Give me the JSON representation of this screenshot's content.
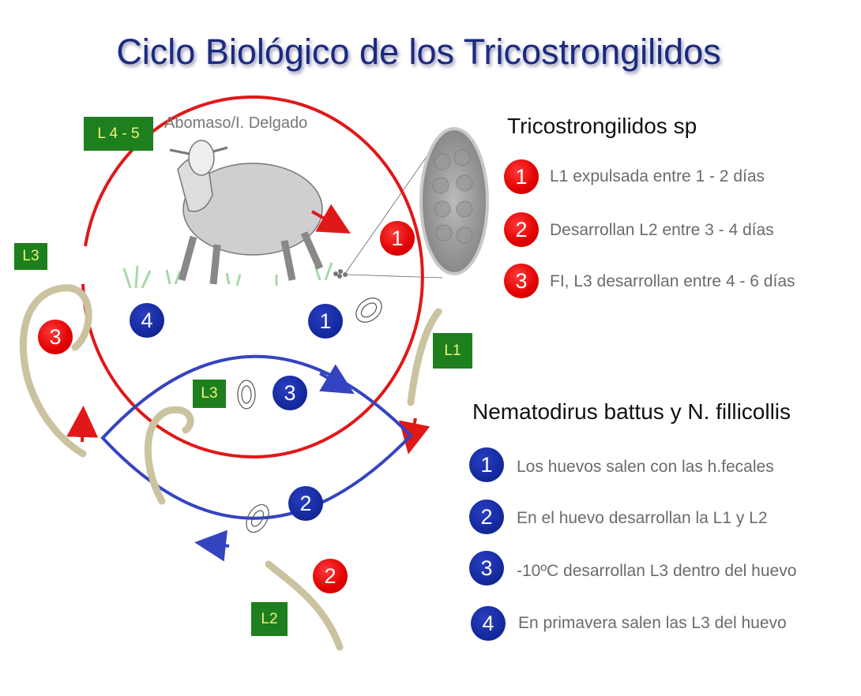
{
  "title": "Ciclo Biológico de los Tricostrongilidos",
  "diagram": {
    "location_label": "Abomaso/I. Delgado",
    "stage_labels": {
      "l45": "L 4 - 5",
      "l3_outer": "L3",
      "l1": "L1",
      "l3_inner": "L3",
      "l2": "L2"
    },
    "red_markers": [
      "1",
      "2",
      "3"
    ],
    "blue_markers": [
      "1",
      "2",
      "3",
      "4"
    ],
    "colors": {
      "red": "#e00000",
      "blue": "#142a9e",
      "green": "#1d7f1d",
      "title": "#1c2a80"
    }
  },
  "tricostrongilidos": {
    "heading": "Tricostrongilidos sp",
    "items": [
      {
        "n": "1",
        "text": "L1 expulsada entre 1 - 2 días"
      },
      {
        "n": "2",
        "text": "Desarrollan L2 entre 3 - 4  días"
      },
      {
        "n": "3",
        "text": "FI, L3 desarrollan entre 4 - 6 días"
      }
    ]
  },
  "nematodirus": {
    "heading": "Nematodirus battus y N. fillicollis",
    "items": [
      {
        "n": "1",
        "text": "Los huevos salen con las h.fecales"
      },
      {
        "n": "2",
        "text": "En el huevo desarrollan la L1 y L2"
      },
      {
        "n": "3",
        "text": "-10ºC desarrollan L3 dentro del huevo"
      },
      {
        "n": "4",
        "text": "En primavera salen las L3 del huevo"
      }
    ]
  }
}
